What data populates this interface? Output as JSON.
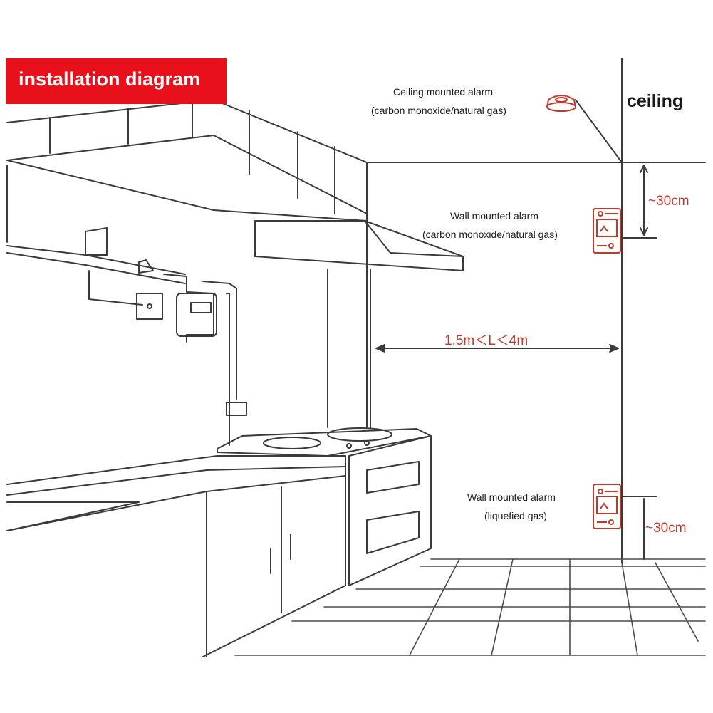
{
  "title": "installation diagram",
  "ceiling_label": "ceiling",
  "ceiling_alarm": {
    "line1": "Ceiling mounted alarm",
    "line2": "(carbon monoxide/natural gas)"
  },
  "wall_alarm_upper": {
    "line1": "Wall mounted alarm",
    "line2": "(carbon monoxide/natural gas)"
  },
  "wall_alarm_lower": {
    "line1": "Wall mounted alarm",
    "line2": "(liquefied gas)"
  },
  "distance_top": "~30cm",
  "distance_bottom": "~30cm",
  "distance_range": "1.5m＜L＜4m",
  "colors": {
    "banner": "#e8101a",
    "alarm": "#c0392b",
    "line": "#333333",
    "dimension_text": "#c0392b"
  }
}
